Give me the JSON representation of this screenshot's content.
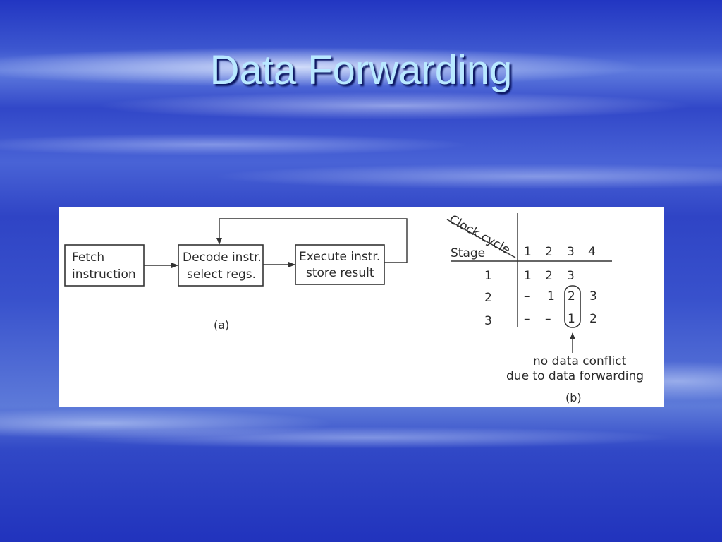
{
  "slide": {
    "title": "Data Forwarding"
  },
  "figure_a": {
    "caption": "(a)",
    "boxes": [
      {
        "line1": "Fetch",
        "line2": "instruction"
      },
      {
        "line1": "Decode instr.",
        "line2": "select regs."
      },
      {
        "line1": "Execute instr.",
        "line2": "store result"
      }
    ]
  },
  "figure_b": {
    "caption": "(b)",
    "diagonal_header": "Clock cycle",
    "row_header": "Stage",
    "columns": [
      "1",
      "2",
      "3",
      "4"
    ],
    "rows": [
      {
        "stage": "1",
        "cells": [
          "1",
          "2",
          "3",
          ""
        ]
      },
      {
        "stage": "2",
        "cells": [
          "–",
          "1",
          "2",
          "3"
        ]
      },
      {
        "stage": "3",
        "cells": [
          "–",
          "–",
          "1",
          "2"
        ]
      }
    ],
    "annotation_line1": "no data conflict",
    "annotation_line2": "due to data forwarding"
  }
}
